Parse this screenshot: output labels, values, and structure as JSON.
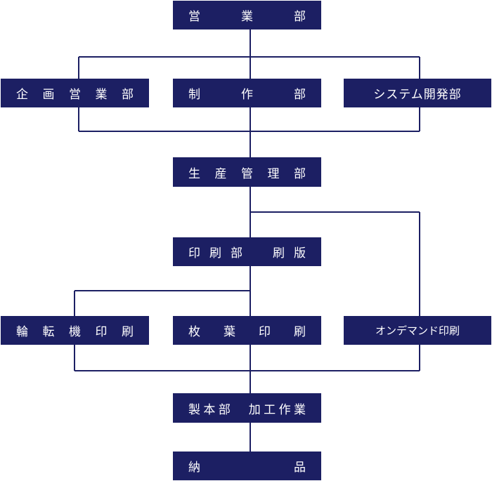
{
  "diagram": {
    "eigyo": "営　業　部",
    "kikaku": "企画営業部",
    "seisaku": "制　作　部",
    "system": "システム開発部",
    "seisan": "生産管理部",
    "seihan": "印刷部　刷版",
    "rinten": "輪転機印刷",
    "maiyo": "枚　葉　印　刷",
    "ondemand": "オンデマンド印刷",
    "seihon": "製本部　加工作業",
    "nouhin": "納　　　品"
  },
  "colors": {
    "box": "#1c1f63",
    "line": "#1c1f63",
    "text": "#ffffff"
  }
}
